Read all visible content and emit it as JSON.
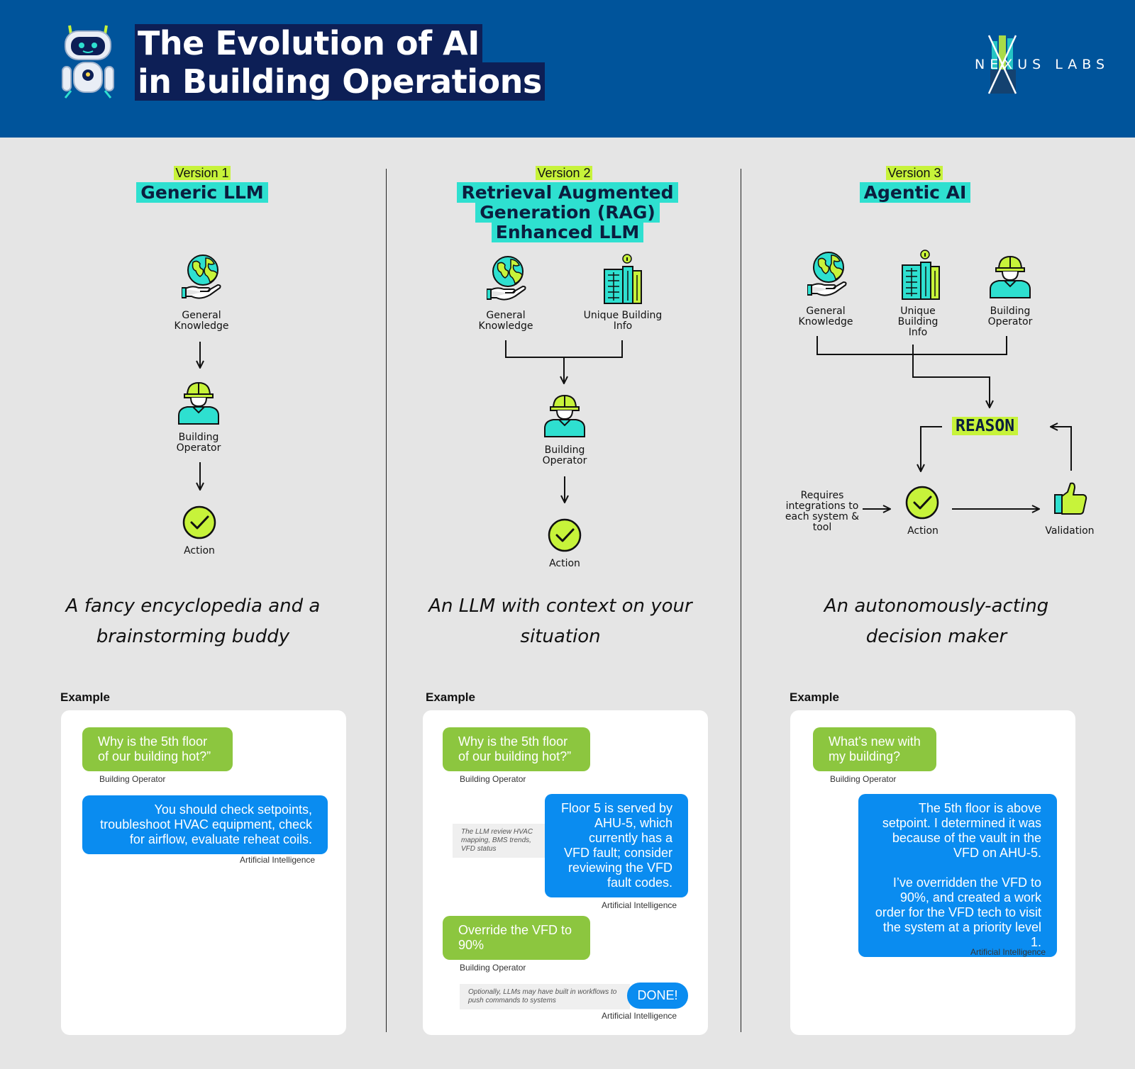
{
  "header": {
    "title_line1": "The Evolution of AI",
    "title_line2": "in Building Operations",
    "logo_text": "NEXUS LABS"
  },
  "colors": {
    "header_blue": "#00549b",
    "title_highlight": "#0d1f56",
    "cyan": "#2ee0d0",
    "lime": "#c7f33a",
    "bubble_green": "#8cc63f",
    "bubble_blue": "#0a8cf0"
  },
  "columns": [
    {
      "version": "Version 1",
      "title_lines": [
        "Generic LLM"
      ],
      "nodes": {
        "general_knowledge": "General Knowledge",
        "building_operator": "Building Operator",
        "action": "Action"
      },
      "tagline": "A fancy encyclopedia and a brainstorming buddy",
      "example_label": "Example",
      "chat": {
        "q1": "Why is the 5th floor of our building hot?”",
        "q1_who": "Building Operator",
        "a1": "You should check setpoints, troubleshoot HVAC equipment, check for airflow, evaluate reheat coils.",
        "a1_who": "Artificial Intelligence"
      }
    },
    {
      "version": "Version 2",
      "title_lines": [
        "Retrieval Augmented",
        "Generation (RAG)",
        "Enhanced LLM"
      ],
      "nodes": {
        "general_knowledge": "General Knowledge",
        "unique_building_info": "Unique Building Info",
        "building_operator": "Building Operator",
        "action": "Action"
      },
      "tagline": "An LLM with context on your situation",
      "example_label": "Example",
      "chat": {
        "q1": "Why is the 5th floor of our building hot?”",
        "q1_who": "Building Operator",
        "note1": "The LLM review HVAC mapping, BMS trends, VFD status",
        "a1": "Floor 5 is served by AHU-5, which currently has a VFD fault; consider reviewing the VFD fault codes.",
        "a1_who": "Artificial Intelligence",
        "q2": "Override the VFD to 90%",
        "q2_who": "Building Operator",
        "note2": "Optionally, LLMs may have built in workflows to push commands to systems",
        "a2": "DONE!",
        "a2_who": "Artificial Intelligence"
      }
    },
    {
      "version": "Version 3",
      "title_lines": [
        "Agentic AI"
      ],
      "nodes": {
        "general_knowledge": "General Knowledge",
        "unique_building_info": "Unique Building Info",
        "building_operator": "Building Operator",
        "reason": "REASON",
        "requires": "Requires integrations to each system & tool",
        "action": "Action",
        "validation": "Validation"
      },
      "tagline": "An autonomously-acting decision maker",
      "example_label": "Example",
      "chat": {
        "q1": "What’s new with my building?",
        "q1_who": "Building Operator",
        "a1_p1": "The 5th floor is above setpoint. I determined it was because of the vault in the VFD on AHU-5.",
        "a1_p2": "I’ve overridden the VFD to 90%, and created a work order for the VFD tech to visit the system at a priority level 1.",
        "a1_who": "Artificial Intelligence"
      }
    }
  ]
}
